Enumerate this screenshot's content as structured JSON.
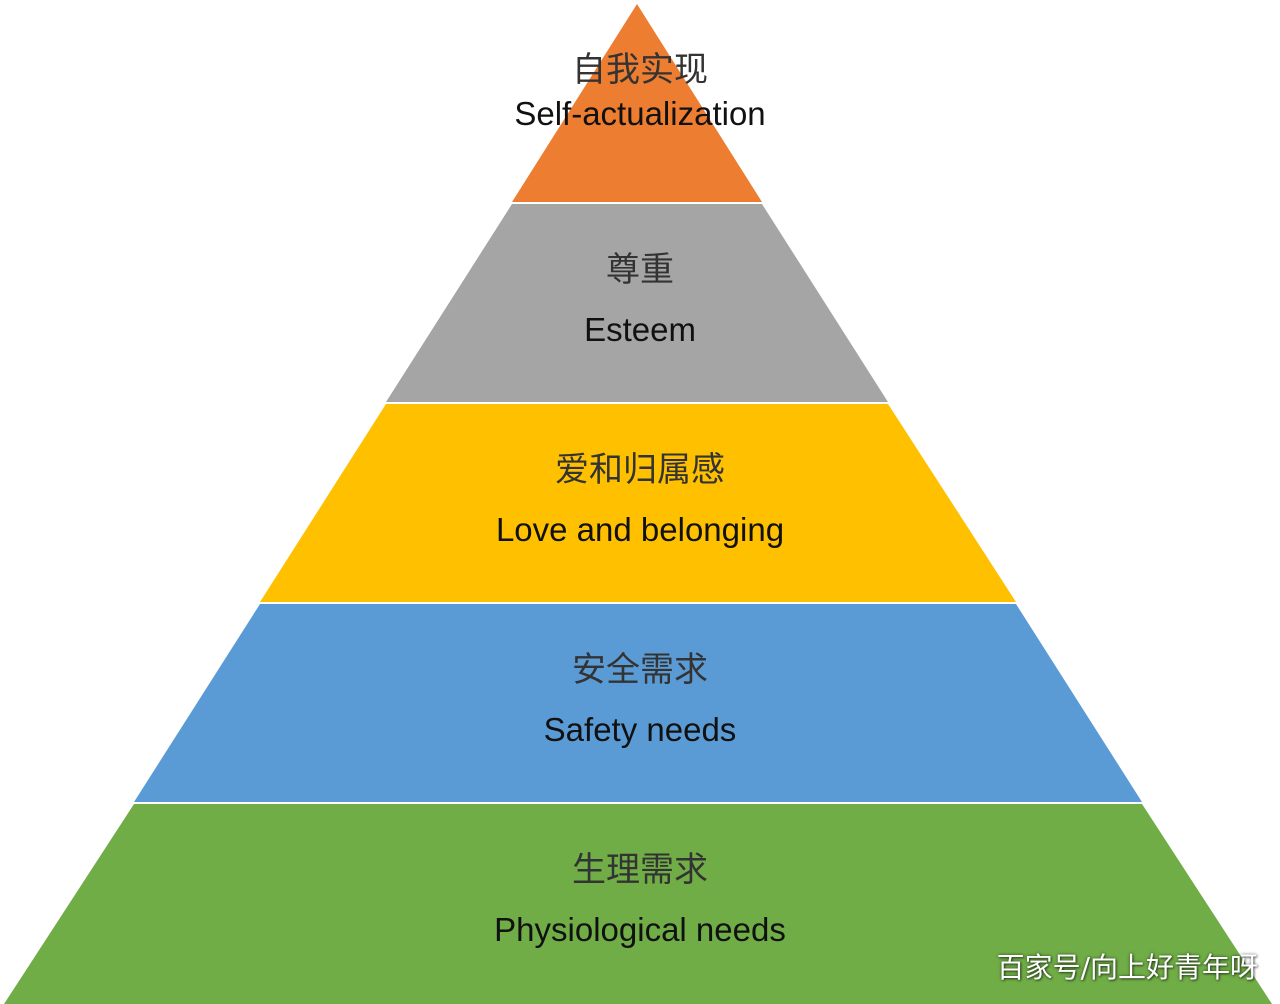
{
  "levels": [
    {
      "zh": "自我实现",
      "en": "Self-actualization",
      "color": "#ED7D31"
    },
    {
      "zh": "尊重",
      "en": "Esteem",
      "color": "#A5A5A5"
    },
    {
      "zh": "爱和归属感",
      "en": "Love and belonging",
      "color": "#FFC000"
    },
    {
      "zh": "安全需求",
      "en": "Safety needs",
      "color": "#5B9BD5"
    },
    {
      "zh": "生理需求",
      "en": "Physiological needs",
      "color": "#70AD47"
    }
  ],
  "watermark": "百家号/向上好青年呀"
}
